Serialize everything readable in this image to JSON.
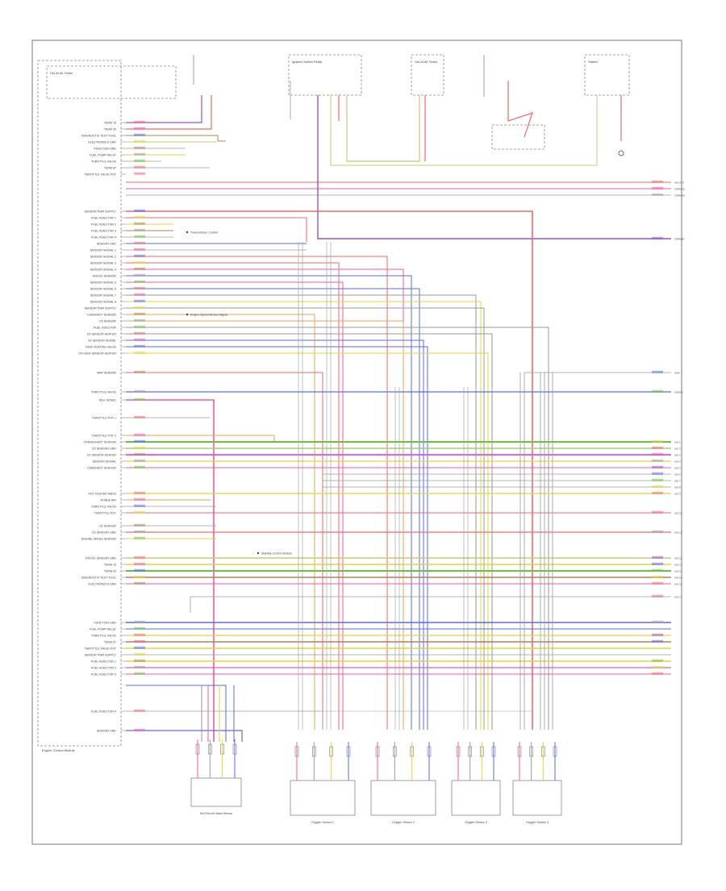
{
  "diagram": {
    "ecu_label": "Engine Control Module",
    "figure_code": "",
    "top_components": [
      {
        "label": "Hot At All Times"
      },
      {
        "label": "Ignition Switch Relay"
      },
      {
        "label": "Hot At All Times"
      },
      {
        "label": "Starter"
      }
    ],
    "pin_labels": [
      "TERM 15",
      "TERM 30",
      "DIAGNOSTIC TEST TOOL",
      "ELECTRONICS GND",
      "FUNCTION GND",
      "FUEL PUMP RELAY",
      "THROTTLE VALVE",
      "TERM 87",
      "THROTTLE VALVE POT",
      "SENSOR PWR SUPPLY",
      "FUEL INJECTOR 1",
      "FUEL INJECTOR 2",
      "FUEL INJECTOR 3",
      "FUEL INJECTOR 4",
      "SENSOR GND",
      "SENSOR SIGNAL 1",
      "SENSOR SIGNAL 2",
      "SENSOR SIGNAL 3",
      "SENSOR SIGNAL 4",
      "KNOCK SENSOR",
      "SENSOR SIGNAL 5",
      "SENSOR SIGNAL 6",
      "SENSOR SIGNAL 7",
      "SENSOR SIGNAL 8",
      "SENSOR PWR SUPPLY",
      "CAMSHAFT SENSOR",
      "O2 SENSOR",
      "FUEL INJECTOR",
      "O2 SENSOR HEATER",
      "O2 SENSOR SIGNAL",
      "TANK VENTING VALVE",
      "OXYGEN SENSOR HEATER",
      "MAP SENSOR",
      "THROTTLE VALVE",
      "IDLE SPEED",
      "THROTTLE POT 1",
      "THROTTLE POT 2",
      "CRANKSHAFT SENSOR",
      "O2 SENSOR GND",
      "O2 SENSOR HEATER",
      "SENSOR SIGNAL",
      "CAMSHAFT SENSOR",
      "HOT FILM AIR MASS",
      "INTAKE AIR",
      "THROTTLE VALVE",
      "THROTTLE POT",
      "O2 SENSOR",
      "O2 SENSOR GND",
      "ENGINE SPEED SENSOR",
      "KNOCK SENSOR GND"
    ],
    "right_labels": [
      "SIG OUT",
      "TERM 15",
      "TERM 30",
      "TERM 87",
      "GND",
      "SIGNAL",
      "SIG 1",
      "SIG 2",
      "SIG 3",
      "SIG 4",
      "SIG 5",
      "SIG 6",
      "SIG 7",
      "SIG 8",
      "SIG 9",
      "SIG 10",
      "SIG 11",
      "SIG 12",
      "SIG 13",
      "SIG 14",
      "SIG 15",
      "SIG 16",
      "SIG 17"
    ],
    "mid_notes": [
      "Transmission Control",
      "Engine Speed Sensor Signal",
      "Stability Control Module"
    ],
    "bottom_components": [
      {
        "label": "Hot Film Air Mass Sensor"
      },
      {
        "label": "Oxygen Sensor 1"
      },
      {
        "label": "Oxygen Sensor 2"
      },
      {
        "label": "Oxygen Sensor 3"
      },
      {
        "label": "Oxygen Sensor 4"
      }
    ],
    "colors": {
      "red": "#f06a6a",
      "pink": "#f05aa0",
      "blue": "#5a6af0",
      "purple": "#9a50c8",
      "yellow": "#e6d23c",
      "green": "#6cc23c",
      "orange": "#f0a050",
      "brown": "#b08450",
      "gray": "#9a9a9a",
      "light_green": "#a0d070",
      "magenta": "#e050e0",
      "olive": "#c8c878",
      "black": "#333333"
    }
  }
}
